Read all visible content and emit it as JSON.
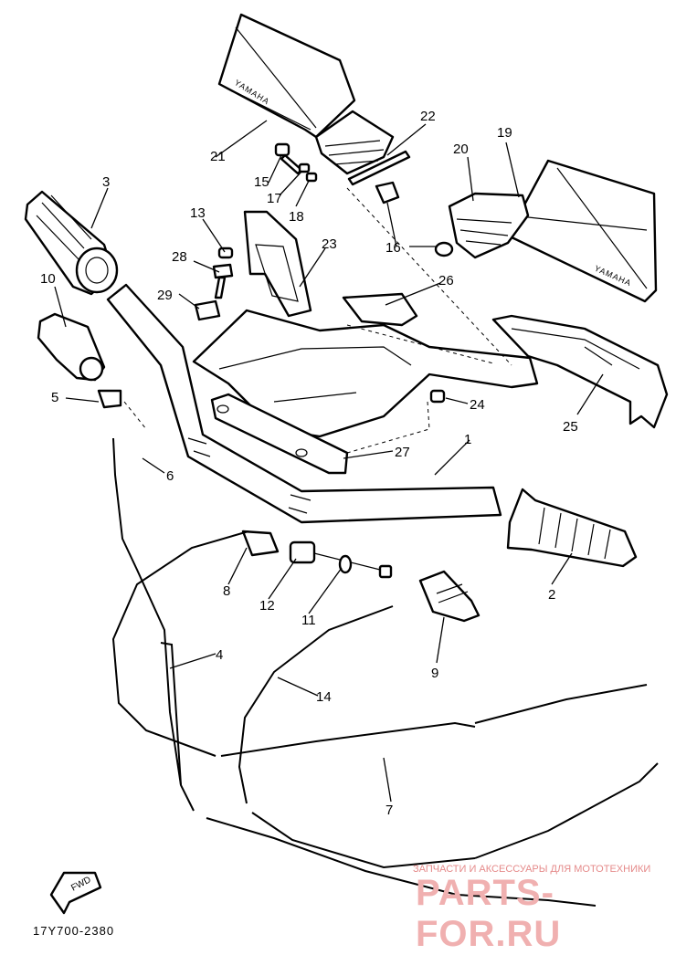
{
  "callouts": [
    {
      "id": "c1",
      "label": "1"
    },
    {
      "id": "c2",
      "label": "2"
    },
    {
      "id": "c3",
      "label": "3"
    },
    {
      "id": "c4",
      "label": "4"
    },
    {
      "id": "c5",
      "label": "5"
    },
    {
      "id": "c6",
      "label": "6"
    },
    {
      "id": "c7",
      "label": "7"
    },
    {
      "id": "c8",
      "label": "8"
    },
    {
      "id": "c9",
      "label": "9"
    },
    {
      "id": "c10",
      "label": "10"
    },
    {
      "id": "c11",
      "label": "11"
    },
    {
      "id": "c12",
      "label": "12"
    },
    {
      "id": "c13",
      "label": "13"
    },
    {
      "id": "c14",
      "label": "14"
    },
    {
      "id": "c15",
      "label": "15"
    },
    {
      "id": "c16",
      "label": "16"
    },
    {
      "id": "c17",
      "label": "17"
    },
    {
      "id": "c18",
      "label": "18"
    },
    {
      "id": "c19",
      "label": "19"
    },
    {
      "id": "c20",
      "label": "20"
    },
    {
      "id": "c21",
      "label": "21"
    },
    {
      "id": "c22",
      "label": "22"
    },
    {
      "id": "c23",
      "label": "23"
    },
    {
      "id": "c24",
      "label": "24"
    },
    {
      "id": "c25",
      "label": "25"
    },
    {
      "id": "c26",
      "label": "26"
    },
    {
      "id": "c27",
      "label": "27"
    },
    {
      "id": "c28",
      "label": "28"
    },
    {
      "id": "c29",
      "label": "29"
    }
  ],
  "mirror_brand": "YAMAHA",
  "fwd_label": "FWD",
  "diagram_code": "17Y700-2380",
  "watermark": {
    "tagline": "ЗАПЧАСТИ И АКСЕССУАРЫ ДЛЯ МОТОТЕХНИКИ",
    "logo": "PARTS-FOR.RU"
  }
}
